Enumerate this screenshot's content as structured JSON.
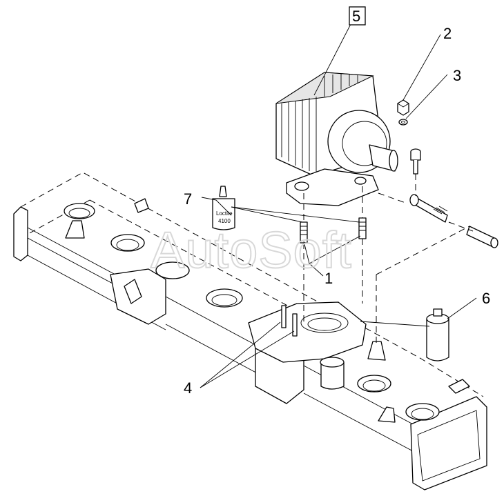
{
  "diagram": {
    "watermark": "AutoSoft",
    "callouts": [
      {
        "id": "5",
        "text": "5",
        "boxed": true
      },
      {
        "id": "2",
        "text": "2",
        "boxed": false
      },
      {
        "id": "3",
        "text": "3",
        "boxed": false
      },
      {
        "id": "7",
        "text": "7",
        "boxed": false
      },
      {
        "id": "1",
        "text": "1",
        "boxed": false
      },
      {
        "id": "6",
        "text": "6",
        "boxed": false
      },
      {
        "id": "4",
        "text": "4",
        "boxed": false
      }
    ],
    "bottle_label": {
      "line1": "Loctite",
      "line2": "4100"
    }
  }
}
